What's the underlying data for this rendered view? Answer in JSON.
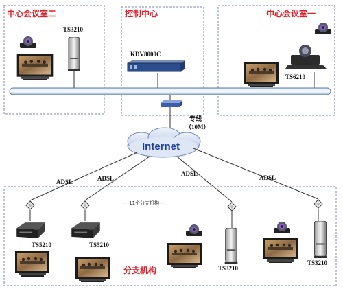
{
  "zones": {
    "room2": "中心会议室二",
    "control": "控制中心",
    "room1": "中心会议室一",
    "branch": "分支机构"
  },
  "devices": {
    "room2_terminal": "TS3210",
    "mcu": "KDV8000C",
    "room1_terminal": "TS6210",
    "branch1": "TS5210",
    "branch2": "TS5210",
    "branch3": "TS3210",
    "branch4": "TS3210"
  },
  "links": {
    "leased_line": "专线",
    "leased_speed": "（10M）",
    "adsl1": "ADSL",
    "adsl2": "ADSL",
    "adsl3": "ADSL",
    "adsl4": "ADSL"
  },
  "internet": "Internet",
  "branch_count": "----11个分支机构----"
}
